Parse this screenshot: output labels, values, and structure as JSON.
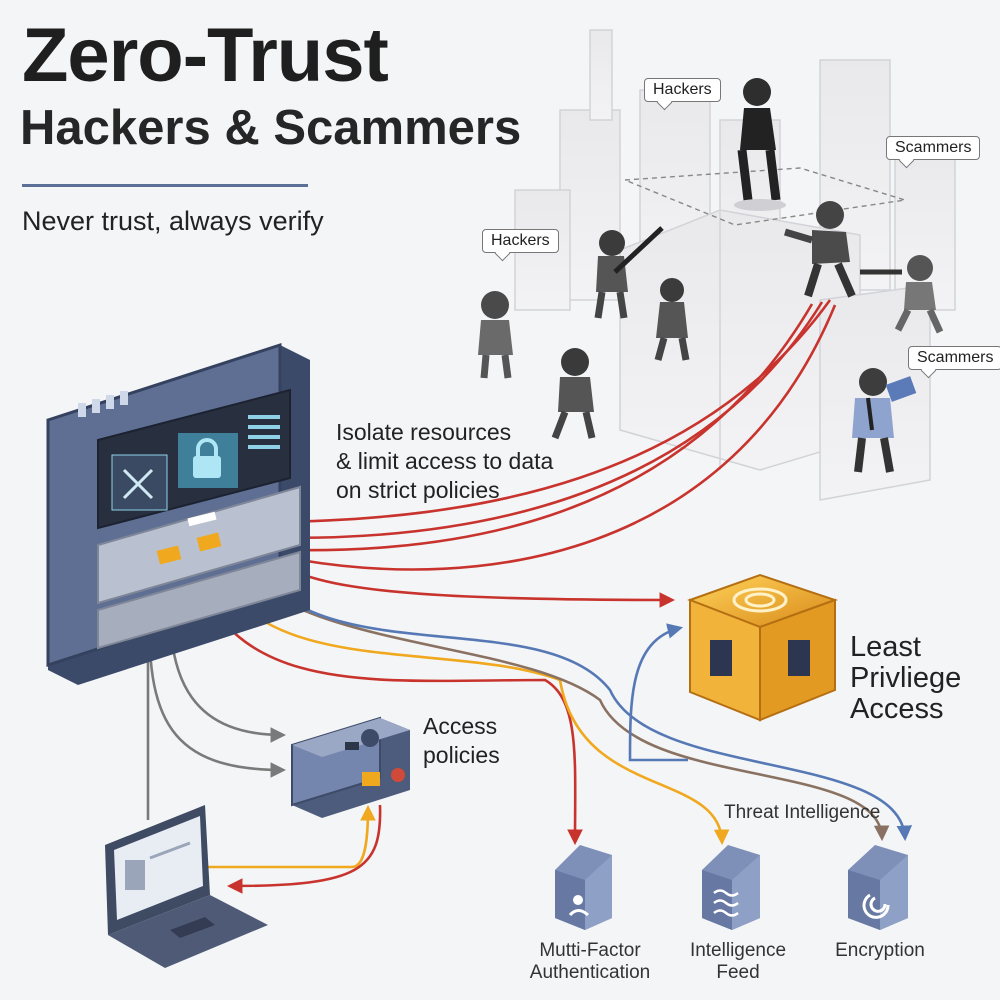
{
  "header": {
    "title": "Zero-Trust",
    "subtitle": "Hackers & Scammers",
    "tagline": "Never trust, always verify"
  },
  "labels": {
    "isolate": [
      "Isolate resources",
      "& limit access to data",
      "on strict policies"
    ],
    "access_policies": [
      "Access",
      "policies"
    ],
    "least_privilege": [
      "Least",
      "Privliege",
      "Access"
    ],
    "threat_intelligence": "Threat Intelligence"
  },
  "bubbles": {
    "hackers_top": "Hackers",
    "scammers_top": "Scammers",
    "hackers_left": "Hackers",
    "scammers_right": "Scammers"
  },
  "services": [
    {
      "name": [
        "Mutti-Factor",
        "Authentication"
      ],
      "icon": "user-auth-icon"
    },
    {
      "name": [
        "Intelligence",
        "Feed"
      ],
      "icon": "waves-icon"
    },
    {
      "name": [
        "Encryption"
      ],
      "icon": "encryption-swirl-icon"
    }
  ],
  "colors": {
    "attack_red": "#c8342d",
    "policy_blue": "#5679b5",
    "gold": "#f0a81e",
    "gray_line": "#7a7a7a",
    "brown_line": "#8a7262",
    "accent": "#5c6f96"
  }
}
